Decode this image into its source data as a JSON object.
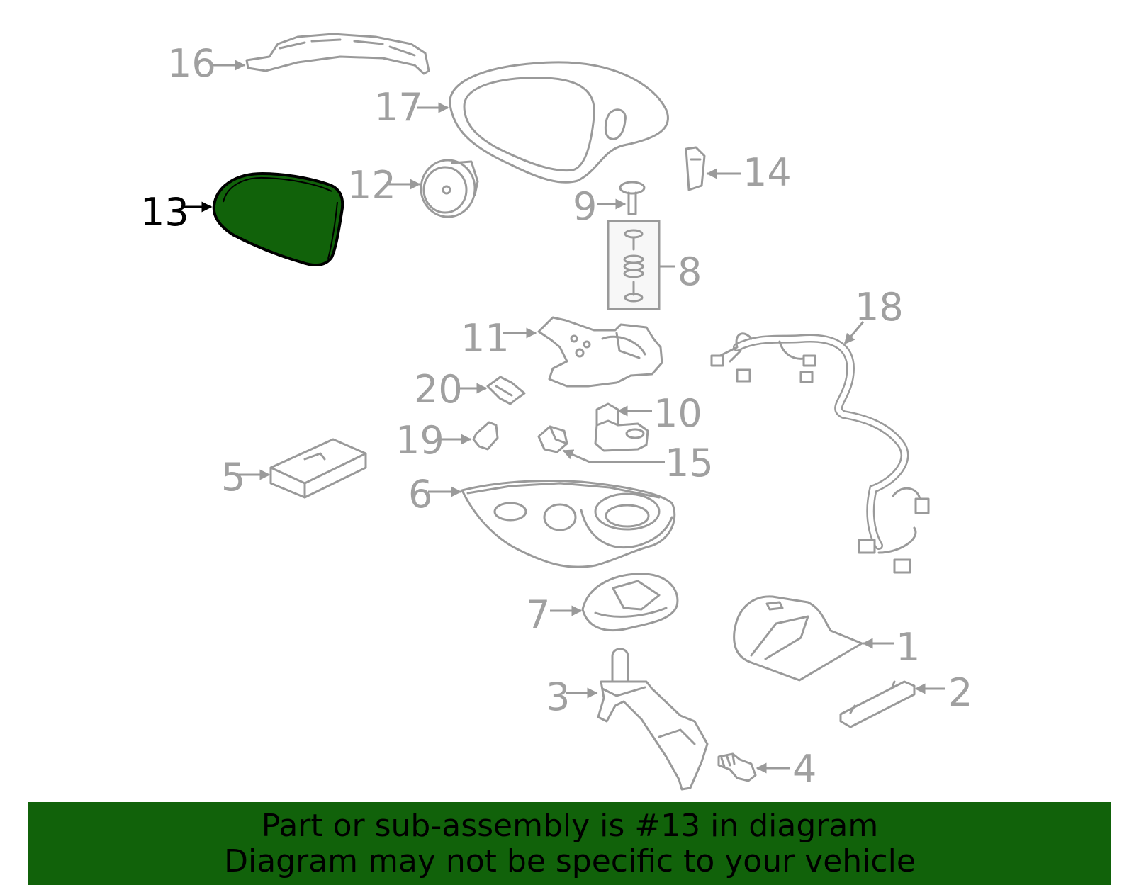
{
  "callouts": {
    "c1": "1",
    "c2": "2",
    "c3": "3",
    "c4": "4",
    "c5": "5",
    "c6": "6",
    "c7": "7",
    "c8": "8",
    "c9": "9",
    "c10": "10",
    "c11": "11",
    "c12": "12",
    "c13": "13",
    "c14": "14",
    "c15": "15",
    "c16": "16",
    "c17": "17",
    "c18": "18",
    "c19": "19",
    "c20": "20"
  },
  "highlighted_part": "13",
  "colors": {
    "highlight": "#11620a",
    "line": "#9a9a9a",
    "label": "#a0a0a0"
  },
  "banner": {
    "line1": "Part or sub-assembly is #13 in diagram",
    "line2": "Diagram may not be specific to your vehicle"
  }
}
